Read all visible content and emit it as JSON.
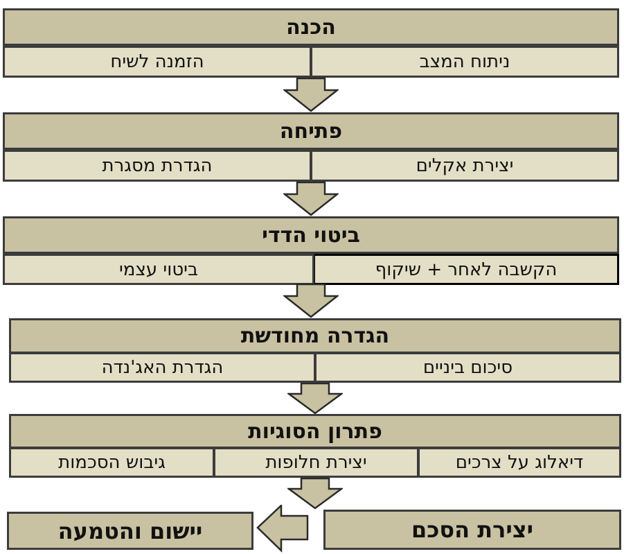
{
  "colors": {
    "header_fill": "#c9c2a2",
    "sub_fill": "#e3dfc6",
    "border": "#3c3c3c",
    "arrow_fill": "#c9c2a2",
    "arrow_stroke": "#2a2a2a"
  },
  "stages": [
    {
      "title": "הכנה",
      "items": [
        "ניתוח המצב",
        "הזמנה לשיח"
      ]
    },
    {
      "title": "פתיחה",
      "items": [
        "יצירת אקלים",
        "הגדרת מסגרת"
      ]
    },
    {
      "title": "ביטוי הדדי",
      "items": [
        "הקשבה לאחר + שיקוף",
        "ביטוי עצמי"
      ]
    },
    {
      "title": "הגדרה מחודשת",
      "items": [
        "סיכום ביניים",
        "הגדרת האג'נדה"
      ]
    },
    {
      "title": "פתרון הסוגיות",
      "items": [
        "דיאלוג על צרכים",
        "יצירת חלופות",
        "גיבוש הסכמות"
      ]
    }
  ],
  "final": {
    "agreement": "יצירת הסכם",
    "implementation": "יישום והטמעה"
  }
}
